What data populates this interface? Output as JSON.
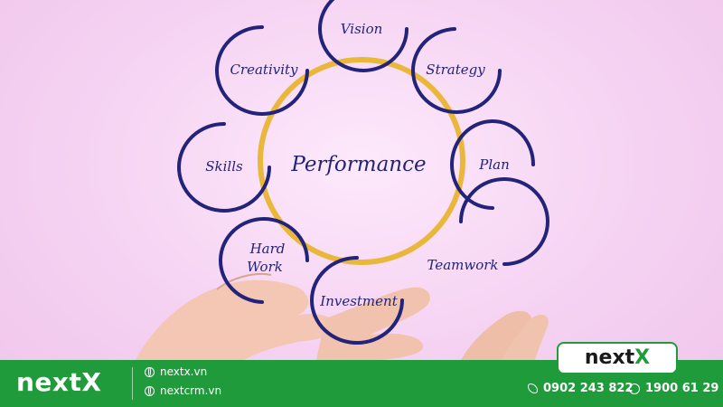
{
  "diagram": {
    "center_label": "Performance",
    "nodes": [
      {
        "id": "vision",
        "label": "Vision"
      },
      {
        "id": "strategy",
        "label": "Strategy"
      },
      {
        "id": "plan",
        "label": "Plan"
      },
      {
        "id": "teamwork",
        "label": "Teamwork"
      },
      {
        "id": "investment",
        "label": "Investment"
      },
      {
        "id": "hard-work",
        "label": "Hard Work",
        "lines": [
          "Hard",
          "Work"
        ]
      },
      {
        "id": "skills",
        "label": "Skills"
      },
      {
        "id": "creativity",
        "label": "Creativity"
      }
    ],
    "colors": {
      "ring": "#e9b73a",
      "circle": "#23237a",
      "text": "#23237a"
    }
  },
  "footer": {
    "brand": "nextX",
    "links": [
      "nextx.vn",
      "nextcrm.vn"
    ],
    "phone": "0902 243 822",
    "hotline": "1900 61 29",
    "color": "#1f9b3c"
  },
  "badge": {
    "prefix": "next",
    "suffix": "X"
  }
}
